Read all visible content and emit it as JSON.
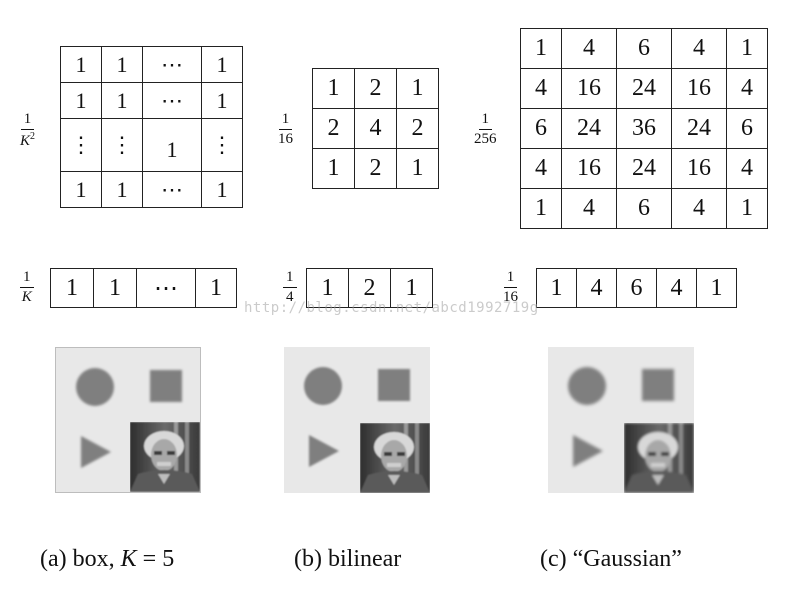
{
  "kernels_2d": {
    "box": {
      "scale_num": "1",
      "scale_den": "K",
      "scale_den_exp": "2",
      "rows": [
        [
          "1",
          "1",
          "⋯",
          "1"
        ],
        [
          "1",
          "1",
          "⋯",
          "1"
        ],
        [
          "⋮",
          "⋮",
          "1",
          "⋮"
        ],
        [
          "1",
          "1",
          "⋯",
          "1"
        ]
      ]
    },
    "bilinear": {
      "scale_num": "1",
      "scale_den": "16",
      "rows": [
        [
          "1",
          "2",
          "1"
        ],
        [
          "2",
          "4",
          "2"
        ],
        [
          "1",
          "2",
          "1"
        ]
      ]
    },
    "gaussian": {
      "scale_num": "1",
      "scale_den": "256",
      "rows": [
        [
          "1",
          "4",
          "6",
          "4",
          "1"
        ],
        [
          "4",
          "16",
          "24",
          "16",
          "4"
        ],
        [
          "6",
          "24",
          "36",
          "24",
          "6"
        ],
        [
          "4",
          "16",
          "24",
          "16",
          "4"
        ],
        [
          "1",
          "4",
          "6",
          "4",
          "1"
        ]
      ]
    }
  },
  "kernels_1d": {
    "box": {
      "scale_num": "1",
      "scale_den": "K",
      "values": [
        "1",
        "1",
        "⋯",
        "1"
      ]
    },
    "bilinear": {
      "scale_num": "1",
      "scale_den": "4",
      "values": [
        "1",
        "2",
        "1"
      ]
    },
    "gaussian": {
      "scale_num": "1",
      "scale_den": "16",
      "values": [
        "1",
        "4",
        "6",
        "4",
        "1"
      ]
    }
  },
  "watermark": "http://blog.csdn.net/abcd1992719g",
  "captions": {
    "box_prefix": "(a) box, ",
    "box_var": "K",
    "box_suffix": " = 5",
    "bilinear": "(b) bilinear",
    "gaussian": "(c) “Gaussian”"
  },
  "colors": {
    "line": "#222222",
    "shape_gray": "#7f7f7f",
    "thumb_bg": "#e8e8e8"
  }
}
